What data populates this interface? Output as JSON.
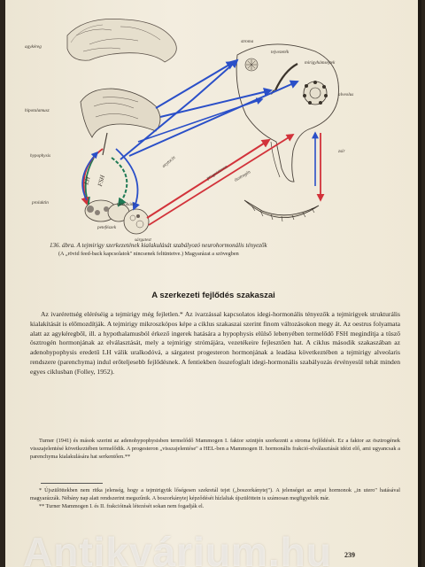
{
  "figure": {
    "labels": {
      "agykereg": "agykéreg",
      "hipotalamusz": "hipotalamusz",
      "hypophysis": "hypophysis",
      "prolaktin": "prolaktin",
      "lh": "LH",
      "fsh": "FSH",
      "oxytocin": "oxytocin",
      "stroma": "stroma",
      "tejvezetek": "tejvezeték",
      "alveolus": "alveolus",
      "mirigyhamsejtek": "mirigyhámsejtek",
      "zsir": "zsír",
      "tuszo": "tüszőhám",
      "sargatest": "sárgatest",
      "petefeszek": "petefészek",
      "progeszteron": "progeszteron",
      "osztrogen": "ösztrogén"
    },
    "caption": "136. ábra. A tejmirigy szerkezetének kialakulását szabályozó neurohormonális tényezők",
    "caption_note": "(A „rövid feed-back kapcsolatok\" nincsenek feltüntetve.) Magyarázat a szövegben"
  },
  "section": {
    "title": "A szerkezeti fejlődés szakaszai"
  },
  "body": {
    "p1": "Az ivarérettség eléréséig a tejmirigy még fejletlen.* Az ivarzással kapcsolatos idegi-hormonális tényezők a tejmirigyek strukturális kialakítását is előmozdítják. A tejmirigy mikroszkópos képe a ciklus szakaszai szerint finom változásokon megy át. Az oestrus folyamata alatt az agykéregből, ill. a hypothalamusból érkező ingerek hatására a hypophysis elülső lebenyében termelődő FSH megindítja a tüsző ösztrogén hormonjának az elválasztását, mely a tejmirigy strómájára, vezetékeire fejlesztően hat. A ciklus második szakaszában az adenohypophysis eredetű LH válik uralkodóvá, a sárgatest progesteron hormonjának a leadása következtében a tejmirigy alveolaris rendszere (parenchyma) indul erőteljesebb fejlődésnek. A fentiekben összefoglalt idegi-hormonális szabályozás érvényesül tehát minden egyes ciklusban (Folley, 1952)."
  },
  "small": {
    "p1": "Turner (1941) és mások szerint az adenohypophysisben termelődő Mammogen I. faktor szintjén szerkeznti a stroma fejlődését. Ez a faktor az ösztrogének visszajelentésé következtében termelődik. A progesteron „visszajelentése\" a HEL-ben a Mammogen II. hormonális frakció-elválasztását idézi elő, ami ugyancsak a parenchyma kialakulására hat serkentően.**"
  },
  "footnotes": {
    "f1": "* Újszülöttekben nem ritka jelenség, hogy a tejmirigyük lőségesen szekretál tejet („boszorkánytej\"). A jelenséget az anyai hormonok „in utero\" hatásával magyarázzák. Nébány nap alatt rendszerint megszűnik. A boszorkánytej képződését hízlaltak újszülöttein is számosan megfigyelték már.",
    "f2": "** Turner Mammogen I. és II. frakcióinak létezését sokan nem fogadják el."
  },
  "page": {
    "number": "239",
    "watermark": "Antikvárium.hu"
  },
  "colors": {
    "blue_arrow": "#2a4fc8",
    "red_arrow": "#d2323a",
    "green_arrow": "#1f7a55"
  }
}
